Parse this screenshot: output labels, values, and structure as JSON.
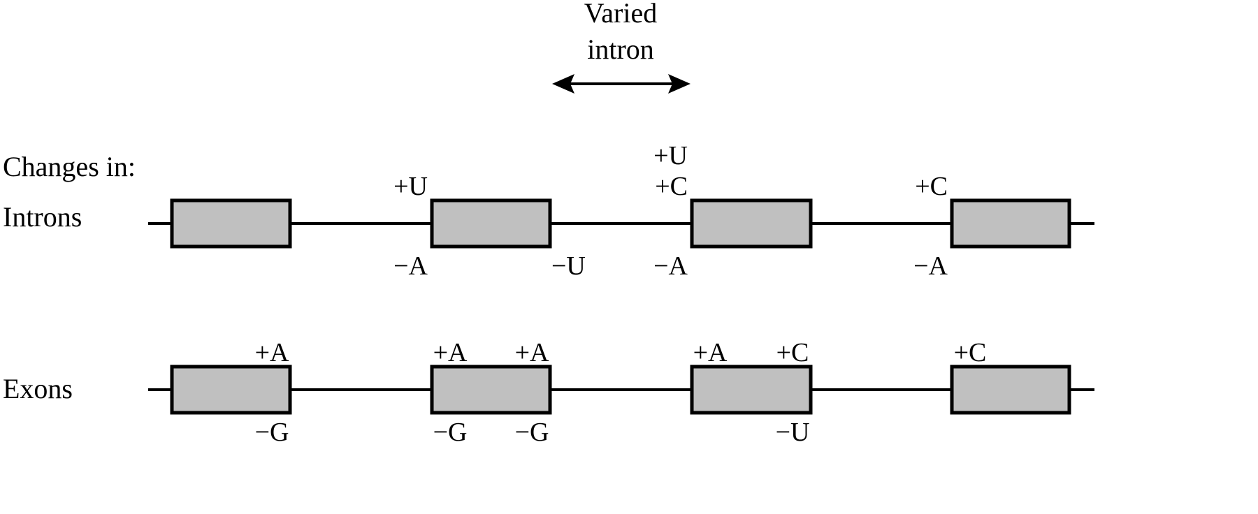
{
  "title": {
    "line1": "Varied",
    "line2": "intron"
  },
  "colors": {
    "exon_fill": "#c0c0c0",
    "line": "#000000",
    "background": "#ffffff"
  },
  "changes_label": "Changes in:",
  "rows": [
    {
      "id": "introns",
      "label": "Introns",
      "exons": 4,
      "mutations": [
        {
          "text": "+U",
          "exon": 1,
          "side": "left",
          "pos": "above",
          "stack": 0
        },
        {
          "text": "−A",
          "exon": 1,
          "side": "left",
          "pos": "below",
          "stack": 0
        },
        {
          "text": "−U",
          "exon": 1,
          "side": "right",
          "pos": "below",
          "stack": 0
        },
        {
          "text": "+C",
          "exon": 2,
          "side": "left",
          "pos": "above",
          "stack": 0
        },
        {
          "text": "+U",
          "exon": 2,
          "side": "left",
          "pos": "above",
          "stack": 1
        },
        {
          "text": "−A",
          "exon": 2,
          "side": "left",
          "pos": "below",
          "stack": 0
        },
        {
          "text": "+C",
          "exon": 3,
          "side": "left",
          "pos": "above",
          "stack": 0
        },
        {
          "text": "−A",
          "exon": 3,
          "side": "left",
          "pos": "below",
          "stack": 0
        }
      ]
    },
    {
      "id": "exons",
      "label": "Exons",
      "exons": 4,
      "mutations": [
        {
          "text": "+A",
          "exon": 0,
          "side": "right-in",
          "pos": "above",
          "stack": 0
        },
        {
          "text": "−G",
          "exon": 0,
          "side": "right-in",
          "pos": "below",
          "stack": 0
        },
        {
          "text": "+A",
          "exon": 1,
          "side": "left-in",
          "pos": "above",
          "stack": 0
        },
        {
          "text": "+A",
          "exon": 1,
          "side": "right-in",
          "pos": "above",
          "stack": 0
        },
        {
          "text": "−G",
          "exon": 1,
          "side": "left-in",
          "pos": "below",
          "stack": 0
        },
        {
          "text": "−G",
          "exon": 1,
          "side": "right-in",
          "pos": "below",
          "stack": 0
        },
        {
          "text": "+A",
          "exon": 2,
          "side": "left-in",
          "pos": "above",
          "stack": 0
        },
        {
          "text": "+C",
          "exon": 2,
          "side": "right-in",
          "pos": "above",
          "stack": 0
        },
        {
          "text": "−U",
          "exon": 2,
          "side": "right-in",
          "pos": "below",
          "stack": 0
        },
        {
          "text": "+C",
          "exon": 3,
          "side": "left-in",
          "pos": "above",
          "stack": 0
        }
      ]
    }
  ],
  "varied_intron_index": 1
}
